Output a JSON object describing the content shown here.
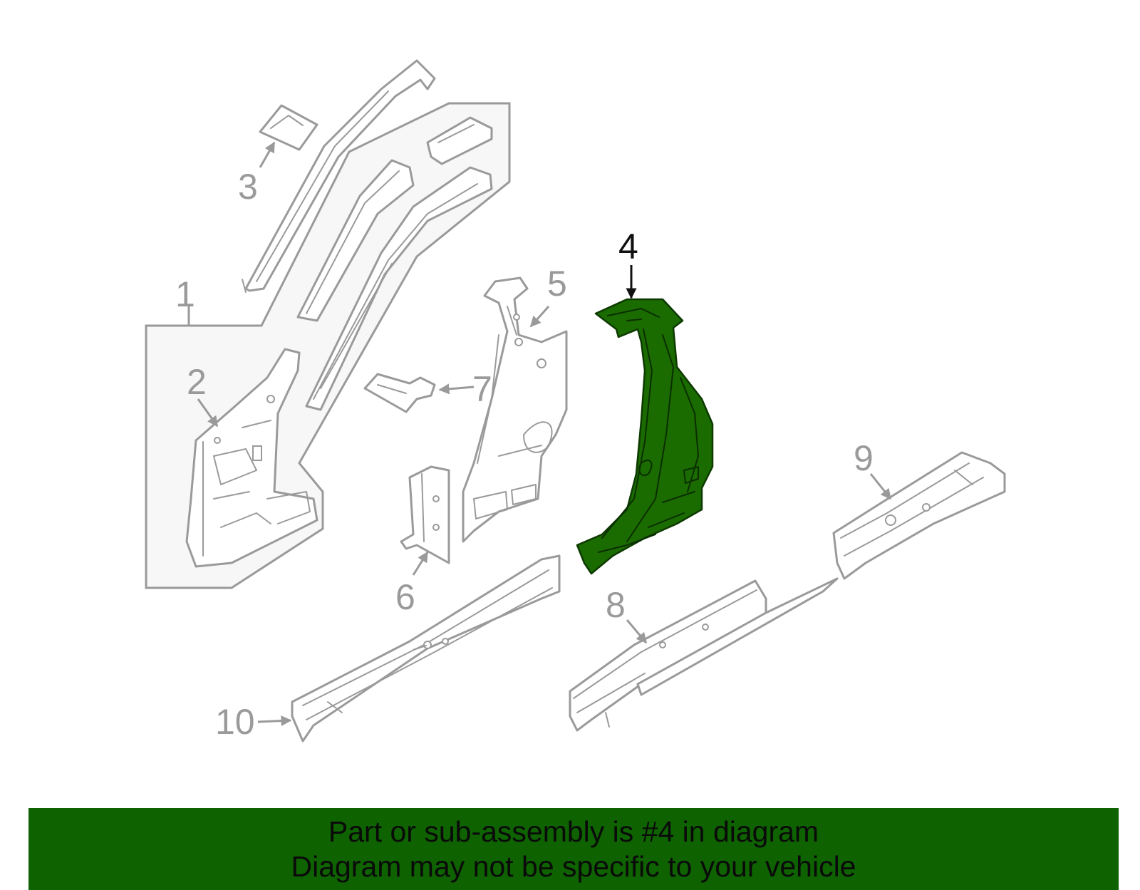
{
  "diagram": {
    "callouts": [
      "1",
      "2",
      "3",
      "4",
      "5",
      "6",
      "7",
      "8",
      "9",
      "10"
    ],
    "highlighted_part": "4",
    "colors": {
      "highlight": "#1a6b00",
      "banner": "#0e6200",
      "lines": "#9a9a9a",
      "callout_highlight": "#111111"
    }
  },
  "banner": {
    "line1": "Part or sub-assembly is #4 in diagram",
    "line2": "Diagram may not be specific to your vehicle"
  }
}
